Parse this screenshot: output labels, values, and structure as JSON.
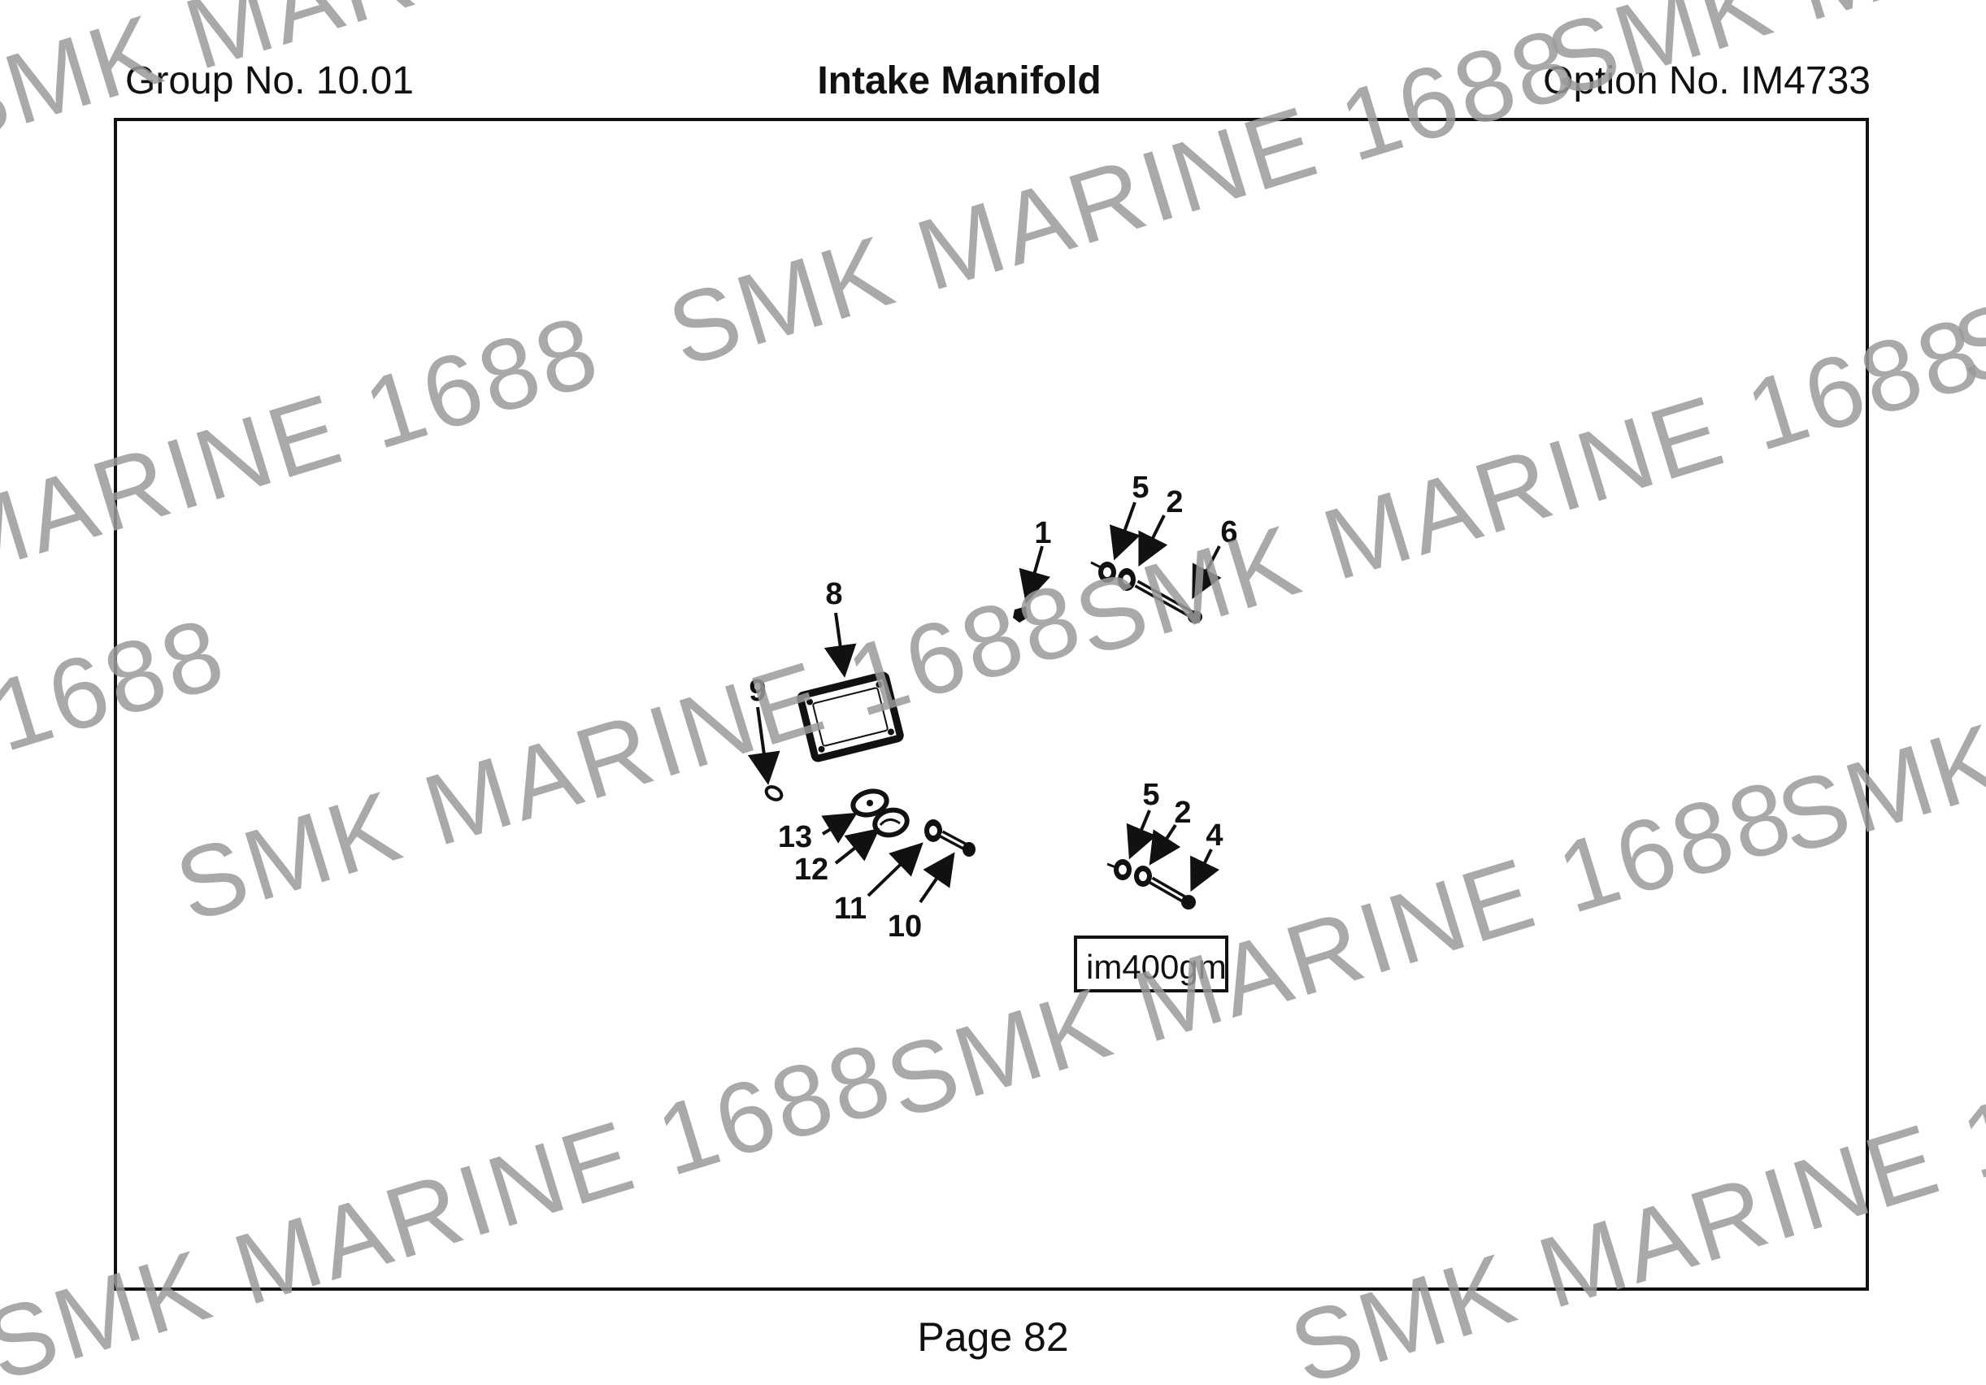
{
  "header": {
    "group": "Group No. 10.01",
    "title": "Intake Manifold",
    "option": "Option No. IM4733"
  },
  "footer": {
    "page": "Page 82"
  },
  "diagram": {
    "callouts": [
      "1",
      "2",
      "2",
      "4",
      "5",
      "5",
      "6",
      "8",
      "9",
      "10",
      "11",
      "12",
      "13"
    ],
    "image_code": "im400gm"
  },
  "watermark": {
    "text": "SMK MARINE 1688"
  }
}
